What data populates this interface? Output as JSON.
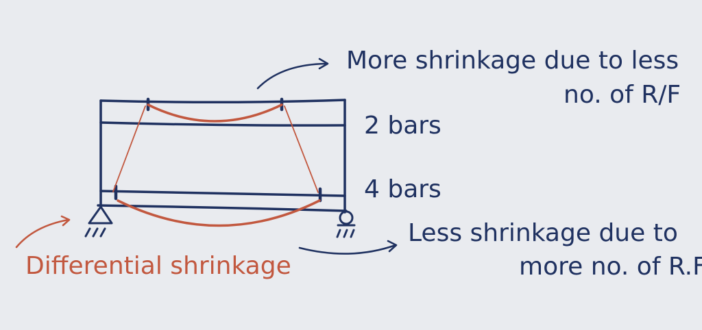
{
  "labels": {
    "more_line1": "More shrinkage due to less",
    "more_line2": "no. of R/F",
    "bars_top": "2 bars",
    "bars_bottom": "4 bars",
    "less_line1": "Less shrinkage due to",
    "less_line2": "more no. of R.F",
    "differential": "Differential shrinkage"
  },
  "colors": {
    "ink": "#1f3160",
    "accent": "#c2583f",
    "background": "#e9ebef"
  }
}
